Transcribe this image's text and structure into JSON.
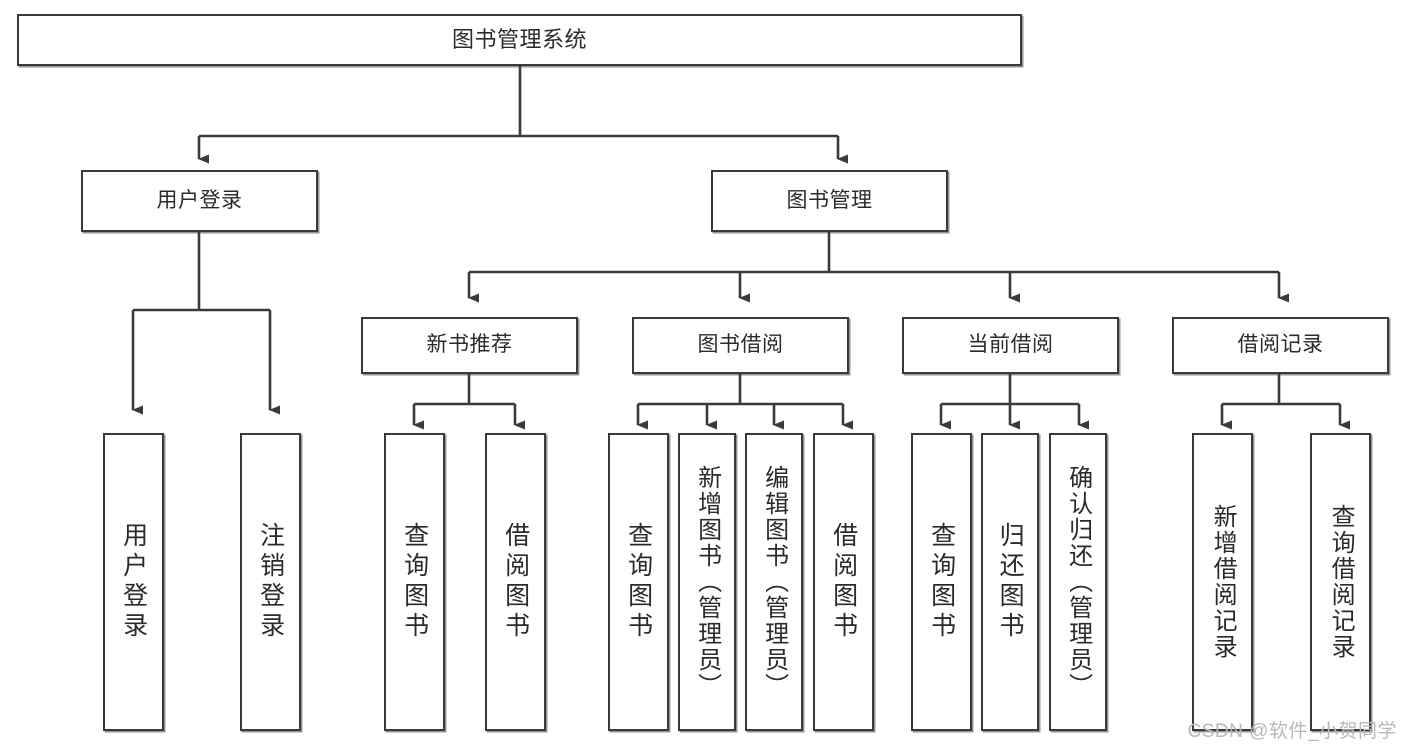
{
  "diagram": {
    "title": "图书管理系统",
    "type": "tree-hierarchy",
    "watermark": "CSDN @软件_小贺同学",
    "line_color": "#3a3a3a",
    "box_fill": "#ffffff",
    "text_color": "#2b2b2b",
    "root": {
      "label": "图书管理系统"
    },
    "level1": [
      {
        "label": "用户登录"
      },
      {
        "label": "图书管理"
      }
    ],
    "level2": [
      {
        "label": "新书推荐"
      },
      {
        "label": "图书借阅"
      },
      {
        "label": "当前借阅"
      },
      {
        "label": "借阅记录"
      }
    ],
    "leaves": {
      "user_login": [
        {
          "label": "用户登录"
        },
        {
          "label": "注销登录"
        }
      ],
      "new_book_recommend": [
        {
          "label": "查询图书"
        },
        {
          "label": "借阅图书"
        }
      ],
      "book_borrow": [
        {
          "label": "查询图书"
        },
        {
          "label": "新增图书（管理员）"
        },
        {
          "label": "编辑图书（管理员）"
        },
        {
          "label": "借阅图书"
        }
      ],
      "current_borrow": [
        {
          "label": "查询图书"
        },
        {
          "label": "归还图书"
        },
        {
          "label": "确认归还（管理员）"
        }
      ],
      "borrow_record": [
        {
          "label": "新增借阅记录"
        },
        {
          "label": "查询借阅记录"
        }
      ]
    }
  }
}
